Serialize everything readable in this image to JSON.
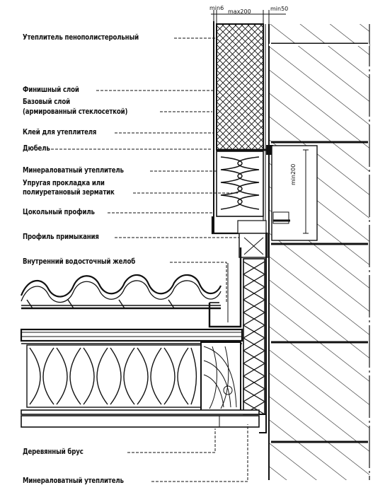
{
  "dimensions": {
    "min6": "min6",
    "max200": "max200",
    "min50": "min50",
    "min200": "min200"
  },
  "labels": [
    {
      "key": "eps",
      "text": "Утеплитель пенополистерольный"
    },
    {
      "key": "finish",
      "text": "Финишный слой"
    },
    {
      "key": "base1",
      "text": "Базовый слой"
    },
    {
      "key": "base2",
      "text": "(армированный стеклосеткой)"
    },
    {
      "key": "glue",
      "text": "Клей для утеплителя"
    },
    {
      "key": "dowel",
      "text": "Дюбель"
    },
    {
      "key": "mineral1",
      "text": "Минераловатный утеплитель"
    },
    {
      "key": "gasket1",
      "text": "Упругая прокладка или"
    },
    {
      "key": "gasket2",
      "text": "полиуретановый зерматик"
    },
    {
      "key": "plinth",
      "text": "Цокольный профиль"
    },
    {
      "key": "junction",
      "text": "Профиль примыкания"
    },
    {
      "key": "gutter",
      "text": "Внутренний водосточный желоб"
    },
    {
      "key": "beam",
      "text": "Деревянный брус"
    },
    {
      "key": "mineral2",
      "text": "Минераловатный утеплитель"
    }
  ],
  "colors": {
    "ink": "#111111",
    "paper": "#ffffff"
  }
}
